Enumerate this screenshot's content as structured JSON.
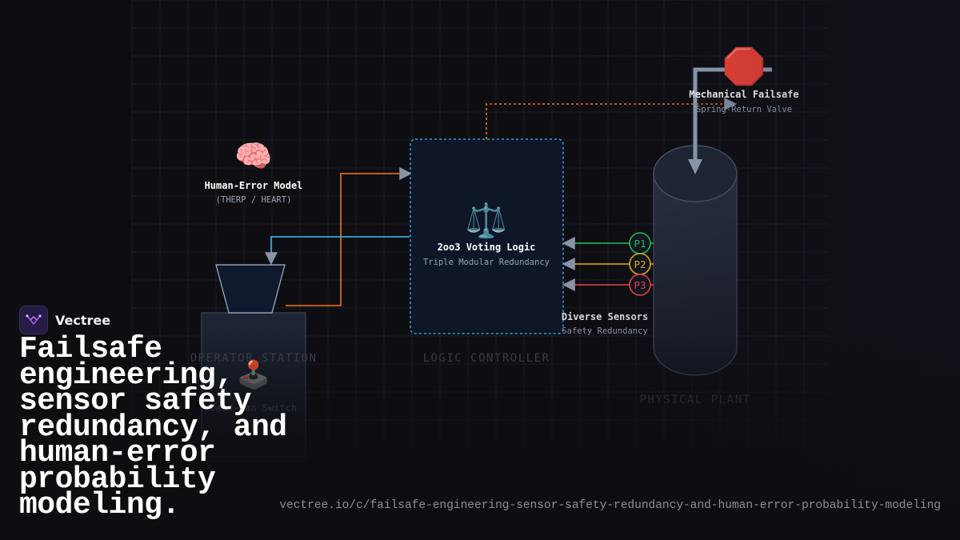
{
  "diagram": {
    "human_error": {
      "icon": "brain-icon",
      "glyph": "🧠",
      "title": "Human-Error Model",
      "subtitle": "(THERP / HEART)"
    },
    "operator": {
      "section_label": "OPERATOR STATION",
      "icon": "joystick-icon",
      "glyph": "🕹️",
      "caption": "Dead-man Switch"
    },
    "controller": {
      "section_label": "LOGIC CONTROLLER",
      "icon": "balance-scale-icon",
      "glyph": "⚖️",
      "title": "2oo3 Voting Logic",
      "subtitle": "Triple Modular Redundancy"
    },
    "sensors": {
      "title": "Diverse Sensors",
      "subtitle": "Safety Redundancy",
      "items": [
        {
          "label": "P1",
          "color": "#22c55e"
        },
        {
          "label": "P2",
          "color": "#eab308"
        },
        {
          "label": "P3",
          "color": "#ef4444"
        }
      ]
    },
    "failsafe": {
      "icon": "stop-sign-icon",
      "glyph": "🛑",
      "title": "Mechanical Failsafe",
      "subtitle": "Spring-Return Valve"
    },
    "plant": {
      "section_label": "PHYSICAL PLANT"
    },
    "colors": {
      "human_link": "#f97316",
      "operator_link": "#38bdf8",
      "trip_line": "#f97316",
      "valve": "#94a3b8"
    }
  },
  "brand": {
    "name": "Vectree",
    "icon": "vectree-logo-icon"
  },
  "headline": "Failsafe engineering, sensor safety redundancy, and human-error probability modeling.",
  "url": "vectree.io/c/failsafe-engineering-sensor-safety-redundancy-and-human-error-probability-modeling"
}
